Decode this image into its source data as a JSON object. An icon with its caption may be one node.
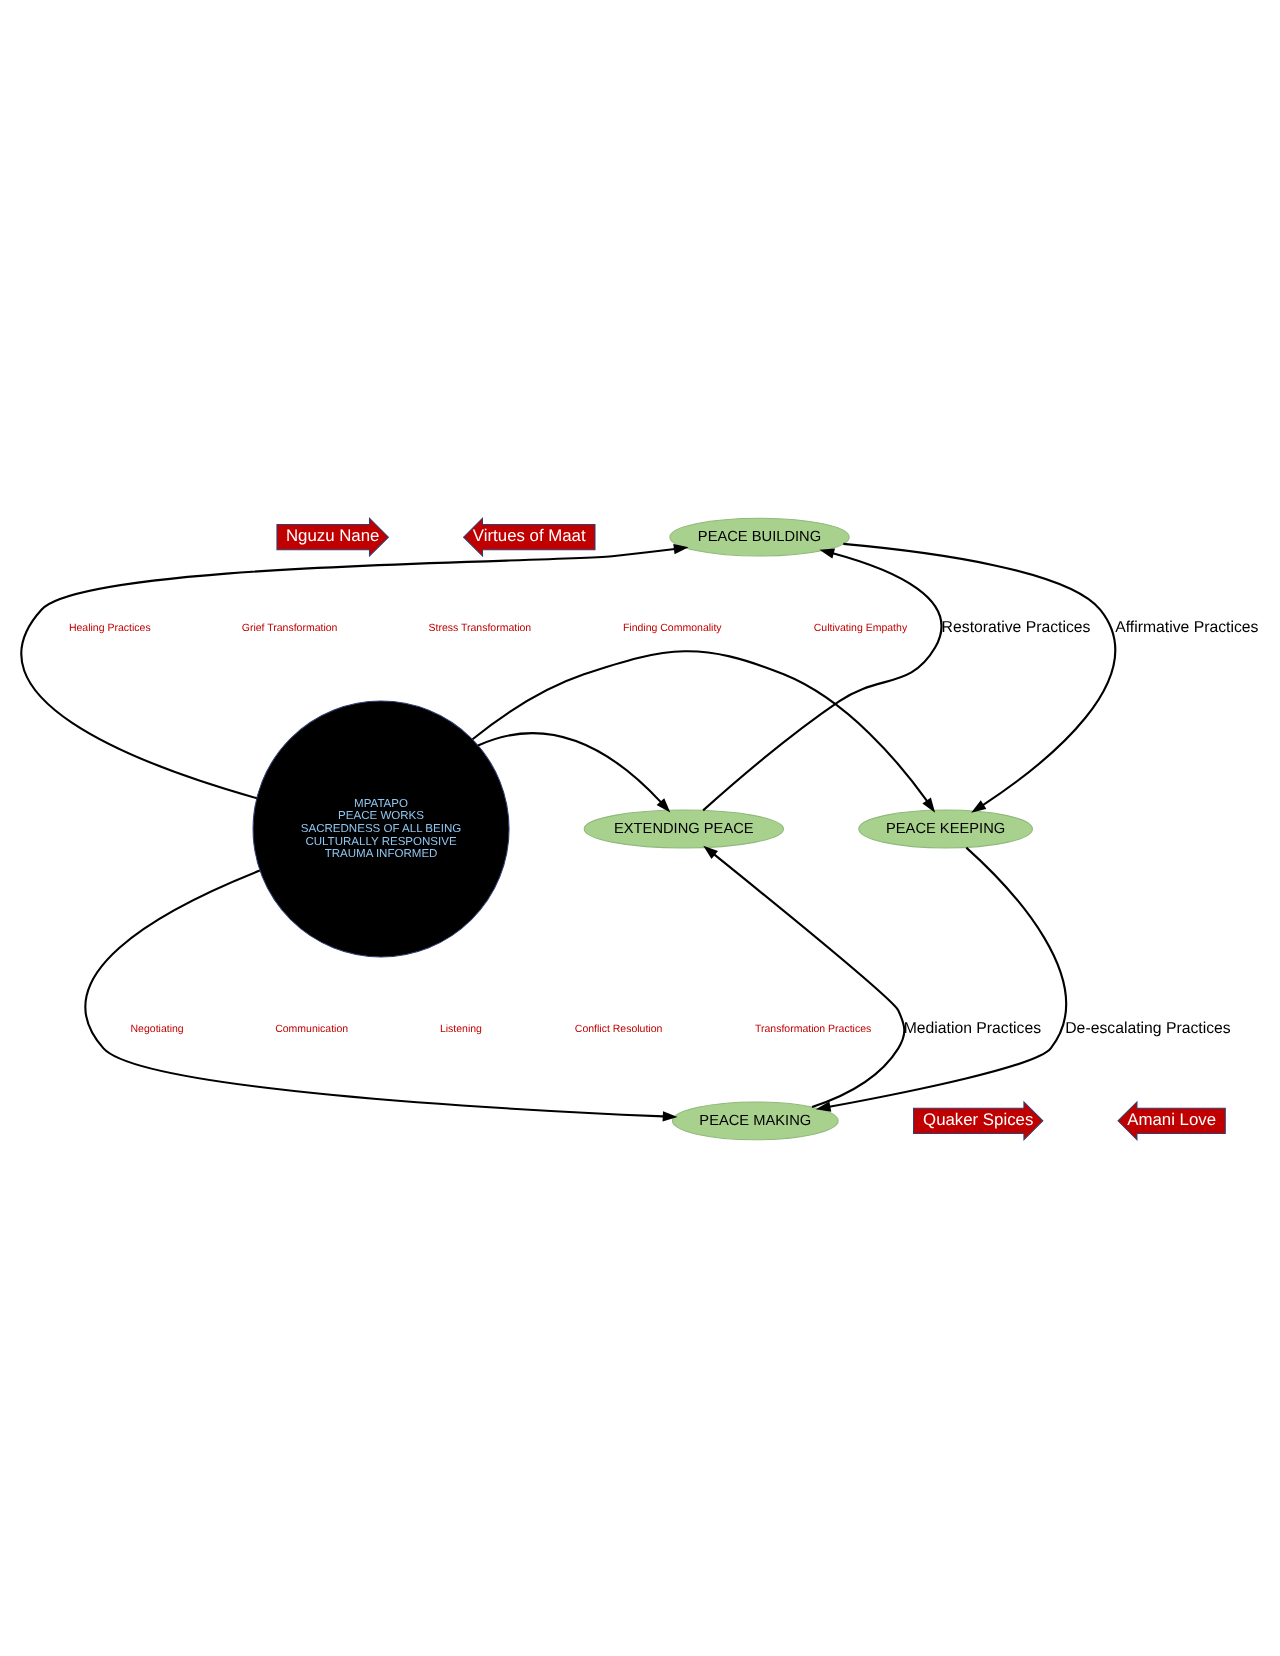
{
  "diagram": {
    "nodes": [
      {
        "text": [
          "Nguzu Nane"
        ]
      },
      {
        "text": [
          "Virtues of Maat"
        ]
      },
      {
        "text": [
          "PEACE BUILDING"
        ]
      },
      {
        "text": [
          "MPATAPO",
          "PEACE WORKS",
          "SACREDNESS OF ALL BEING",
          "CULTURALLY RESPONSIVE",
          "TRAUMA INFORMED"
        ]
      },
      {
        "text": [
          "EXTENDING PEACE"
        ]
      },
      {
        "text": [
          "PEACE KEEPING"
        ]
      },
      {
        "text": [
          "PEACE MAKING"
        ]
      },
      {
        "text": [
          "Quaker Spices"
        ]
      },
      {
        "text": [
          "Amani Love"
        ]
      }
    ],
    "edges": [
      {
        "from": 3,
        "to": 2,
        "arrow": "to"
      },
      {
        "from": 3,
        "to": 4,
        "arrow": "to"
      },
      {
        "from": 3,
        "to": 5,
        "arrow": "to"
      },
      {
        "from": 3,
        "to": 6,
        "arrow": "to"
      },
      {
        "from": 4,
        "to": 2,
        "arrow": "to",
        "label": "Restorative Practices"
      },
      {
        "from": 2,
        "to": 5,
        "arrow": "to",
        "label": "Affirmative Practices"
      },
      {
        "from": 5,
        "to": 6,
        "arrow": "to",
        "label": "De-escalating Practices"
      },
      {
        "from": 6,
        "to": 4,
        "arrow": "to",
        "label": "Mediation Practices"
      }
    ],
    "labels": [
      "Healing Practices",
      "Grief Transformation",
      "Stress Transformation",
      "Finding Commonality",
      "Cultivating Empathy",
      "Negotiating",
      "Communication",
      "Listening",
      "Conflict Resolution",
      "Transformation Practices"
    ]
  }
}
